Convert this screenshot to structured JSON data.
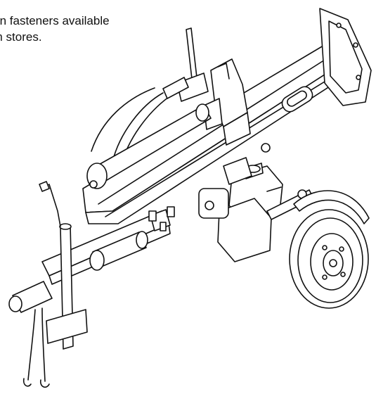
{
  "caption": {
    "line1": "mon fasteners available",
    "line2": "rm stores."
  },
  "illustration": {
    "icon": "log-splitter-line-drawing",
    "stroke_color": "#111111",
    "fill_color": "#ffffff"
  }
}
